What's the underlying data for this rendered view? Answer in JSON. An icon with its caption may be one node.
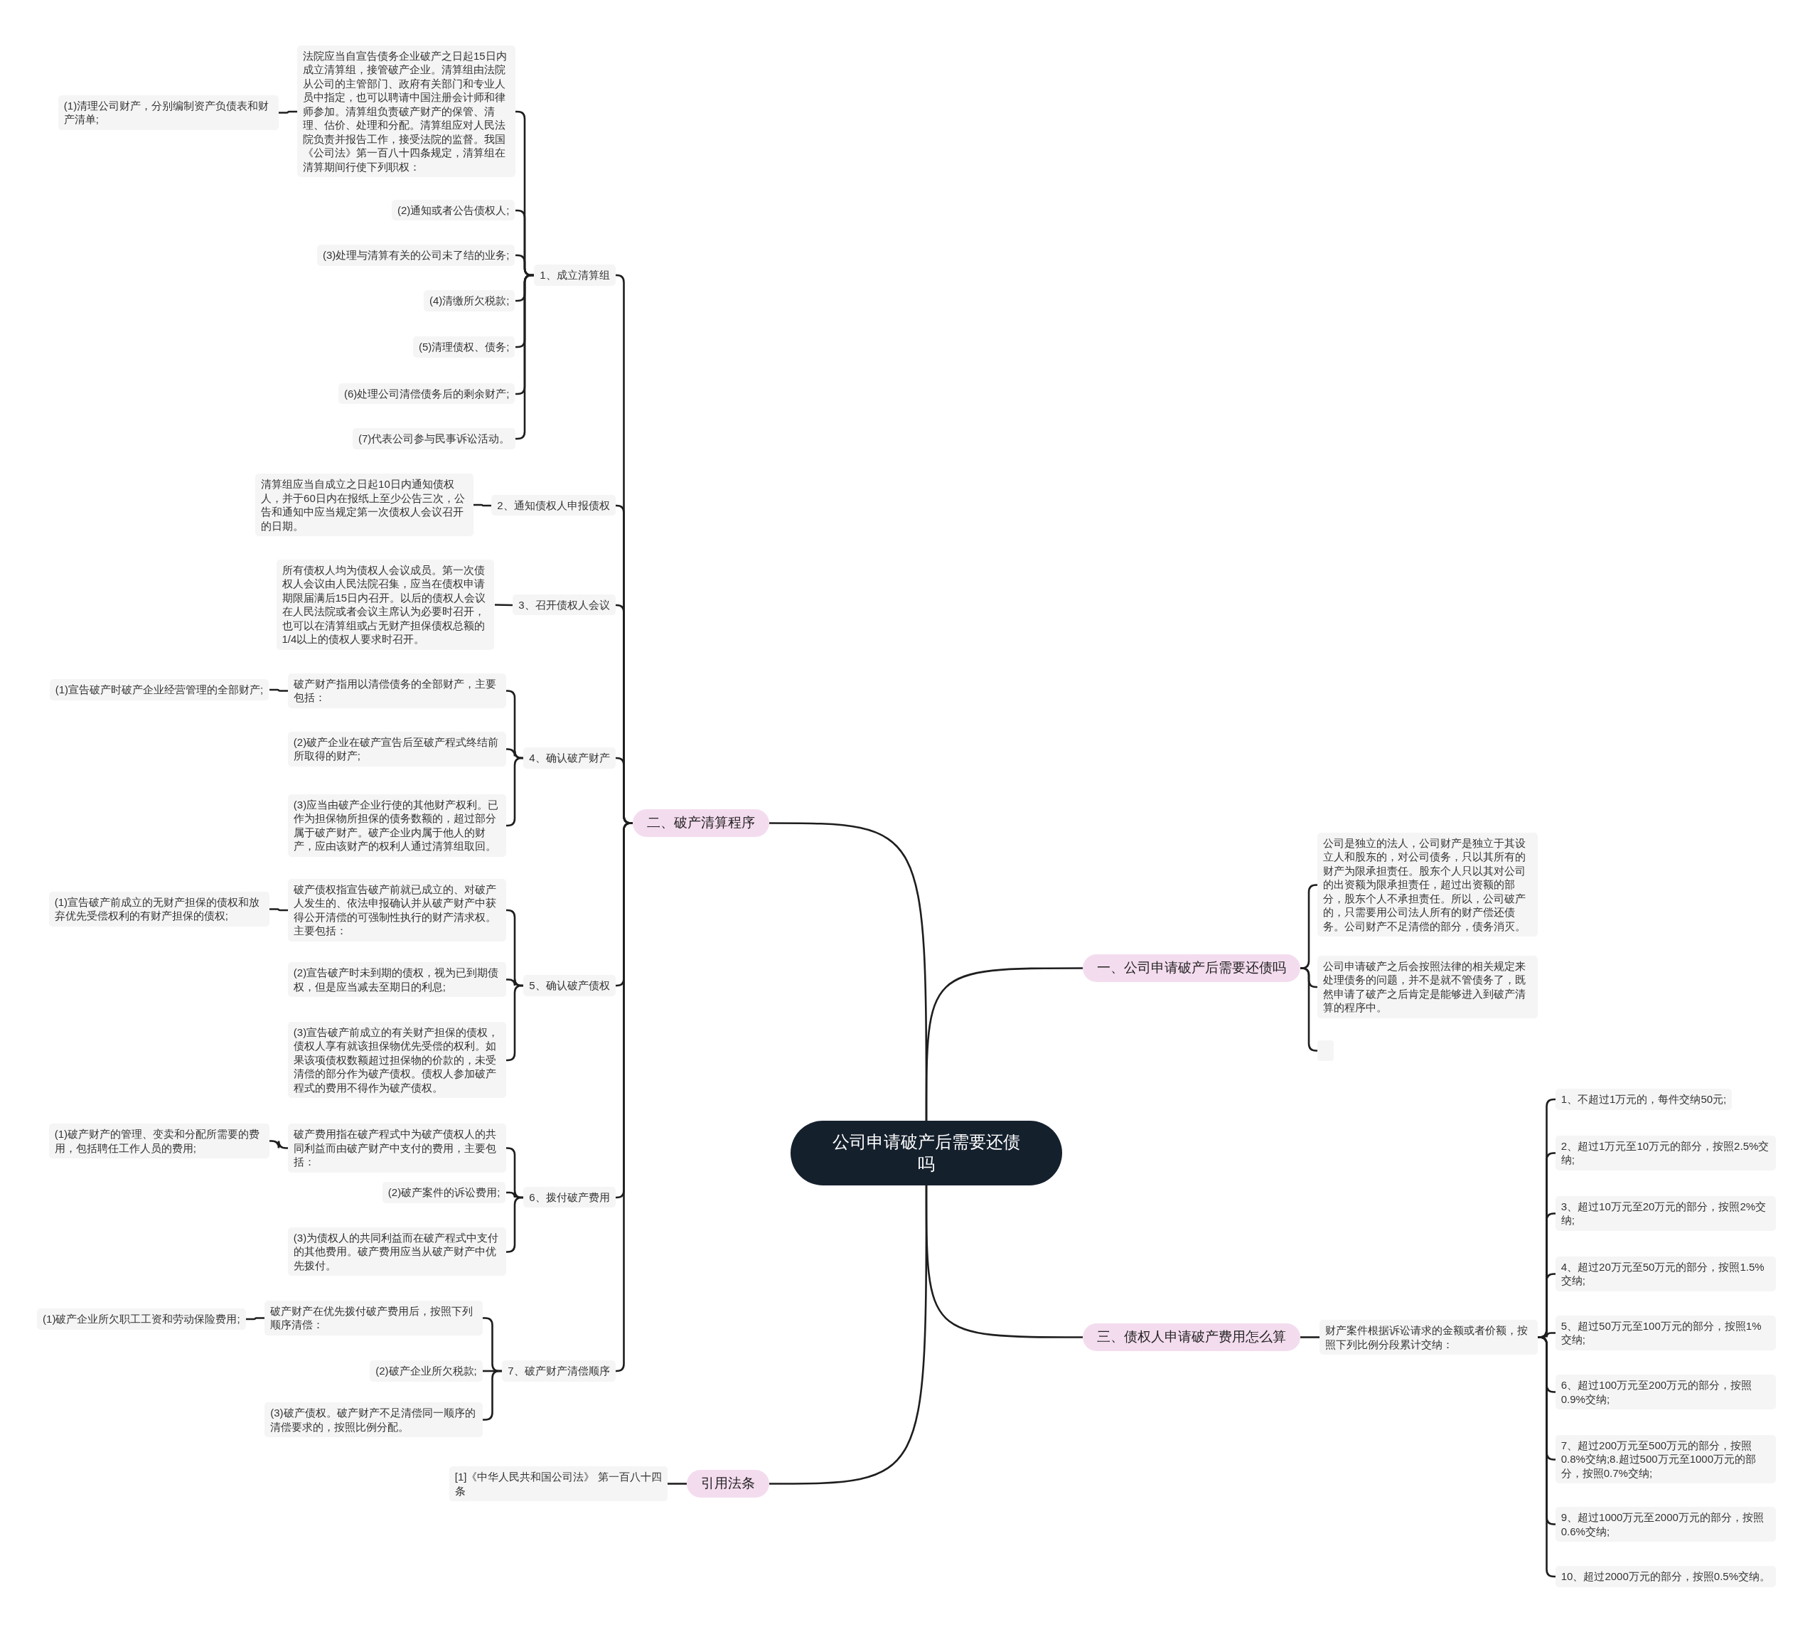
{
  "diagram": {
    "nodes": [
      {
        "text": [
          "公司申请破产后需要还债吗"
        ]
      },
      {
        "text": [
          "二、破产清算程序"
        ]
      },
      {
        "text": [
          "1、成立清算组"
        ]
      },
      {
        "text": [
          "法院应当自宣告债务企业破产之日起15日内成立清算组，接管破产企业。清算组由法院从公司的主管部门、政府有关部门和专业人员中指定，也可以聘请中国注册会计师和律师参加。清算组负责破产财产的保管、清理、估价、处理和分配。清算组应对人民法院负责并报告工作，接受法院的监督。我国《公司法》第一百八十四条规定，清算组在清算期间行使下列职权："
        ]
      },
      {
        "text": [
          "(1)清理公司财产，分别编制资产负债表和财产清单;"
        ]
      },
      {
        "text": [
          "(2)通知或者公告债权人;"
        ]
      },
      {
        "text": [
          "(3)处理与清算有关的公司未了结的业务;"
        ]
      },
      {
        "text": [
          "(4)清缴所欠税款;"
        ]
      },
      {
        "text": [
          "(5)清理债权、债务;"
        ]
      },
      {
        "text": [
          "(6)处理公司清偿债务后的剩余财产;"
        ]
      },
      {
        "text": [
          "(7)代表公司参与民事诉讼活动。"
        ]
      },
      {
        "text": [
          "2、通知债权人申报债权"
        ]
      },
      {
        "text": [
          "清算组应当自成立之日起10日内通知债权人，并于60日内在报纸上至少公告三次，公告和通知中应当规定第一次债权人会议召开的日期。"
        ]
      },
      {
        "text": [
          "3、召开债权人会议"
        ]
      },
      {
        "text": [
          "所有债权人均为债权人会议成员。第一次债权人会议由人民法院召集，应当在债权申请期限届满后15日内召开。以后的债权人会议在人民法院或者会议主席认为必要时召开，也可以在清算组或占无财产担保债权总额的1/4以上的债权人要求时召开。"
        ]
      },
      {
        "text": [
          "4、确认破产财产"
        ]
      },
      {
        "text": [
          "破产财产指用以清偿债务的全部财产，主要包括："
        ]
      },
      {
        "text": [
          "(1)宣告破产时破产企业经营管理的全部财产;"
        ]
      },
      {
        "text": [
          "(2)破产企业在破产宣告后至破产程式终结前所取得的财产;"
        ]
      },
      {
        "text": [
          "(3)应当由破产企业行使的其他财产权利。已作为担保物所担保的债务数额的，超过部分属于破产财产。破产企业内属于他人的财产，应由该财产的权利人通过清算组取回。"
        ]
      },
      {
        "text": [
          "5、确认破产债权"
        ]
      },
      {
        "text": [
          "破产债权指宣告破产前就已成立的、对破产人发生的、依法申报确认并从破产财产中获得公开清偿的可强制性执行的财产清求权。主要包括："
        ]
      },
      {
        "text": [
          "(1)宣告破产前成立的无财产担保的债权和放弃优先受偿权利的有财产担保的债权;"
        ]
      },
      {
        "text": [
          "(2)宣告破产时未到期的债权，视为已到期债权，但是应当减去至期日的利息;"
        ]
      },
      {
        "text": [
          "(3)宣告破产前成立的有关财产担保的债权，债权人享有就该担保物优先受偿的权利。如果该项债权数额超过担保物的价款的，未受清偿的部分作为破产债权。债权人参加破产程式的费用不得作为破产债权。"
        ]
      },
      {
        "text": [
          "6、拨付破产费用"
        ]
      },
      {
        "text": [
          "破产费用指在破产程式中为破产债权人的共同利益而由破产财产中支付的费用，主要包括："
        ]
      },
      {
        "text": [
          "(1)破产财产的管理、变卖和分配所需要的费用，包括聘任工作人员的费用;"
        ]
      },
      {
        "text": [
          "(2)破产案件的诉讼费用;"
        ]
      },
      {
        "text": [
          "(3)为债权人的共同利益而在破产程式中支付的其他费用。破产费用应当从破产财产中优先拨付。"
        ]
      },
      {
        "text": [
          "7、破产财产清偿顺序"
        ]
      },
      {
        "text": [
          "破产财产在优先拨付破产费用后，按照下列顺序清偿："
        ]
      },
      {
        "text": [
          "(1)破产企业所欠职工工资和劳动保险费用;"
        ]
      },
      {
        "text": [
          "(2)破产企业所欠税款;"
        ]
      },
      {
        "text": [
          "(3)破产债权。破产财产不足清偿同一顺序的清偿要求的，按照比例分配。"
        ]
      },
      {
        "text": [
          "引用法条"
        ]
      },
      {
        "text": [
          "[1]《中华人民共和国公司法》 第一百八十四条"
        ]
      },
      {
        "text": [
          "一、公司申请破产后需要还债吗"
        ]
      },
      {
        "text": [
          "公司是独立的法人，公司财产是独立于其设立人和股东的，对公司债务，只以其所有的财产为限承担责任。股东个人只以其对公司的出资额为限承担责任，超过出资额的部分，股东个人不承担责任。所以，公司破产的，只需要用公司法人所有的财产偿还债务。公司财产不足清偿的部分，债务消灭。"
        ]
      },
      {
        "text": [
          "公司申请破产之后会按照法律的相关规定来处理债务的问题，并不是就不管债务了，既然申请了破产之后肯定是能够进入到破产清算的程序中。"
        ]
      },
      {
        "text": [],
        "shape": "box"
      },
      {
        "text": [
          "三、债权人申请破产费用怎么算"
        ]
      },
      {
        "text": [
          "财产案件根据诉讼请求的金额或者价额，按照下列比例分段累计交纳："
        ]
      },
      {
        "text": [
          "1、不超过1万元的，每件交纳50元;"
        ]
      },
      {
        "text": [
          "2、超过1万元至10万元的部分，按照2.5%交纳;"
        ]
      },
      {
        "text": [
          "3、超过10万元至20万元的部分，按照2%交纳;"
        ]
      },
      {
        "text": [
          "4、超过20万元至50万元的部分，按照1.5%交纳;"
        ]
      },
      {
        "text": [
          "5、超过50万元至100万元的部分，按照1%交纳;"
        ]
      },
      {
        "text": [
          "6、超过100万元至200万元的部分，按照0.9%交纳;"
        ]
      },
      {
        "text": [
          "7、超过200万元至500万元的部分，按照0.8%交纳;8.超过500万元至1000万元的部分，按照0.7%交纳;"
        ]
      },
      {
        "text": [
          "9、超过1000万元至2000万元的部分，按照0.6%交纳;"
        ]
      },
      {
        "text": [
          "10、超过2000万元的部分，按照0.5%交纳。"
        ]
      }
    ],
    "edges": [
      {
        "from": 0,
        "to": 1,
        "arrow": "none"
      },
      {
        "from": 0,
        "to": 35,
        "arrow": "none"
      },
      {
        "from": 0,
        "to": 37,
        "arrow": "none"
      },
      {
        "from": 0,
        "to": 41,
        "arrow": "none"
      },
      {
        "from": 1,
        "to": 2,
        "arrow": "none"
      },
      {
        "from": 1,
        "to": 11,
        "arrow": "none"
      },
      {
        "from": 1,
        "to": 13,
        "arrow": "none"
      },
      {
        "from": 1,
        "to": 15,
        "arrow": "none"
      },
      {
        "from": 1,
        "to": 20,
        "arrow": "none"
      },
      {
        "from": 1,
        "to": 25,
        "arrow": "none"
      },
      {
        "from": 1,
        "to": 30,
        "arrow": "none"
      },
      {
        "from": 2,
        "to": 3,
        "arrow": "none"
      },
      {
        "from": 2,
        "to": 5,
        "arrow": "none"
      },
      {
        "from": 2,
        "to": 6,
        "arrow": "none"
      },
      {
        "from": 2,
        "to": 7,
        "arrow": "none"
      },
      {
        "from": 2,
        "to": 8,
        "arrow": "none"
      },
      {
        "from": 2,
        "to": 9,
        "arrow": "none"
      },
      {
        "from": 2,
        "to": 10,
        "arrow": "none"
      },
      {
        "from": 3,
        "to": 4,
        "arrow": "none"
      },
      {
        "from": 11,
        "to": 12,
        "arrow": "none"
      },
      {
        "from": 13,
        "to": 14,
        "arrow": "none"
      },
      {
        "from": 15,
        "to": 16,
        "arrow": "none"
      },
      {
        "from": 15,
        "to": 18,
        "arrow": "none"
      },
      {
        "from": 15,
        "to": 19,
        "arrow": "none"
      },
      {
        "from": 16,
        "to": 17,
        "arrow": "none"
      },
      {
        "from": 20,
        "to": 21,
        "arrow": "none"
      },
      {
        "from": 20,
        "to": 23,
        "arrow": "none"
      },
      {
        "from": 20,
        "to": 24,
        "arrow": "none"
      },
      {
        "from": 21,
        "to": 22,
        "arrow": "none"
      },
      {
        "from": 25,
        "to": 26,
        "arrow": "none"
      },
      {
        "from": 25,
        "to": 28,
        "arrow": "none"
      },
      {
        "from": 25,
        "to": 29,
        "arrow": "none"
      },
      {
        "from": 26,
        "to": 27,
        "arrow": "none"
      },
      {
        "from": 30,
        "to": 31,
        "arrow": "none"
      },
      {
        "from": 30,
        "to": 33,
        "arrow": "none"
      },
      {
        "from": 30,
        "to": 34,
        "arrow": "none"
      },
      {
        "from": 31,
        "to": 32,
        "arrow": "none"
      },
      {
        "from": 35,
        "to": 36,
        "arrow": "none"
      },
      {
        "from": 37,
        "to": 38,
        "arrow": "none"
      },
      {
        "from": 37,
        "to": 39,
        "arrow": "none"
      },
      {
        "from": 37,
        "to": 40,
        "arrow": "none"
      },
      {
        "from": 41,
        "to": 42,
        "arrow": "none"
      },
      {
        "from": 42,
        "to": 43,
        "arrow": "none"
      },
      {
        "from": 42,
        "to": 44,
        "arrow": "none"
      },
      {
        "from": 42,
        "to": 45,
        "arrow": "none"
      },
      {
        "from": 42,
        "to": 46,
        "arrow": "none"
      },
      {
        "from": 42,
        "to": 47,
        "arrow": "none"
      },
      {
        "from": 42,
        "to": 48,
        "arrow": "none"
      },
      {
        "from": 42,
        "to": 49,
        "arrow": "none"
      },
      {
        "from": 42,
        "to": 50,
        "arrow": "none"
      },
      {
        "from": 42,
        "to": 51,
        "arrow": "none"
      }
    ]
  }
}
